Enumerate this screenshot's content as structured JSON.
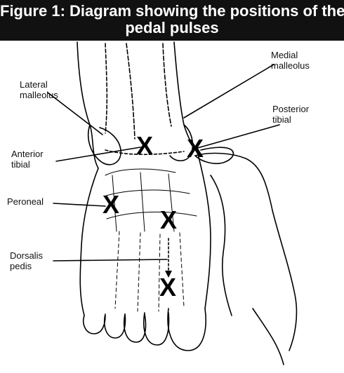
{
  "figure": {
    "title_line1": "Figure 1: Diagram showing the positions of the",
    "title_line2": "pedal pulses"
  },
  "labels": {
    "lateral_malleolus_1": "Lateral",
    "lateral_malleolus_2": "malleolus",
    "medial_malleolus_1": "Medial",
    "medial_malleolus_2": "malleolus",
    "posterior_tibial_1": "Posterior",
    "posterior_tibial_2": "tibial",
    "anterior_tibial_1": "Anterior",
    "anterior_tibial_2": "tibial",
    "peroneal": "Peroneal",
    "dorsalis_pedis_1": "Dorsalis",
    "dorsalis_pedis_2": "pedis"
  },
  "pulse_marks": {
    "anterior_tibial": "X",
    "posterior_tibial": "X",
    "peroneal": "X",
    "dorsalis_pedis_upper": "X",
    "dorsalis_pedis_lower": "X"
  },
  "colors": {
    "title_background": "#111111",
    "title_text": "#ffffff",
    "ink": "#000000"
  }
}
